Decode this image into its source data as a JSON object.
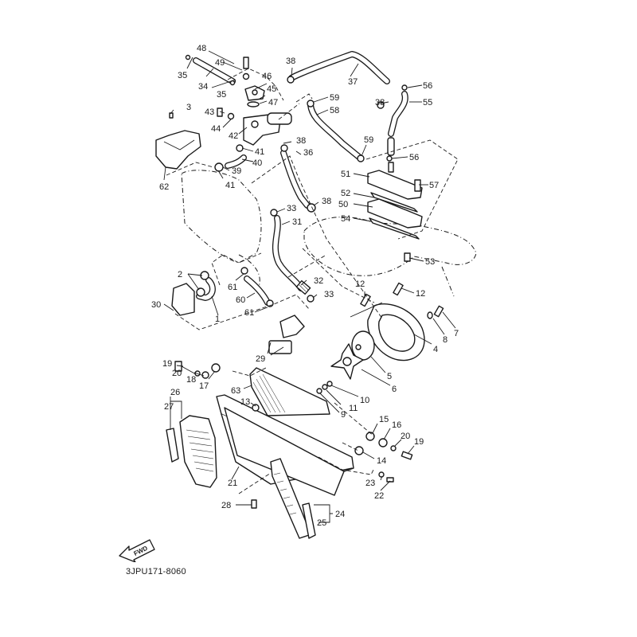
{
  "diagram": {
    "title": "Radiator / Cooling System Exploded View",
    "catalog_code": "3JPU171-8060",
    "direction_badge": "FWD",
    "ink_color": "#1a1a1a",
    "background_color": "#ffffff",
    "callouts": [
      {
        "id": "c1",
        "label": "1"
      },
      {
        "id": "c2",
        "label": "2"
      },
      {
        "id": "c3",
        "label": "3"
      },
      {
        "id": "c4",
        "label": "4"
      },
      {
        "id": "c5",
        "label": "5"
      },
      {
        "id": "c6",
        "label": "6"
      },
      {
        "id": "c7",
        "label": "7"
      },
      {
        "id": "c8",
        "label": "8"
      },
      {
        "id": "c9",
        "label": "9"
      },
      {
        "id": "c10",
        "label": "10"
      },
      {
        "id": "c11",
        "label": "11"
      },
      {
        "id": "c12a",
        "label": "12"
      },
      {
        "id": "c12b",
        "label": "12"
      },
      {
        "id": "c13",
        "label": "13"
      },
      {
        "id": "c14",
        "label": "14"
      },
      {
        "id": "c15",
        "label": "15"
      },
      {
        "id": "c16",
        "label": "16"
      },
      {
        "id": "c17",
        "label": "17"
      },
      {
        "id": "c18",
        "label": "18"
      },
      {
        "id": "c19a",
        "label": "19"
      },
      {
        "id": "c19b",
        "label": "19"
      },
      {
        "id": "c20a",
        "label": "20"
      },
      {
        "id": "c20b",
        "label": "20"
      },
      {
        "id": "c21",
        "label": "21"
      },
      {
        "id": "c22",
        "label": "22"
      },
      {
        "id": "c23",
        "label": "23"
      },
      {
        "id": "c24",
        "label": "24"
      },
      {
        "id": "c25",
        "label": "25"
      },
      {
        "id": "c26",
        "label": "26"
      },
      {
        "id": "c27",
        "label": "27"
      },
      {
        "id": "c28",
        "label": "28"
      },
      {
        "id": "c29",
        "label": "29"
      },
      {
        "id": "c30",
        "label": "30"
      },
      {
        "id": "c31",
        "label": "31"
      },
      {
        "id": "c32",
        "label": "32"
      },
      {
        "id": "c33a",
        "label": "33"
      },
      {
        "id": "c33b",
        "label": "33"
      },
      {
        "id": "c34",
        "label": "34"
      },
      {
        "id": "c35a",
        "label": "35"
      },
      {
        "id": "c35b",
        "label": "35"
      },
      {
        "id": "c36",
        "label": "36"
      },
      {
        "id": "c37",
        "label": "37"
      },
      {
        "id": "c38a",
        "label": "38"
      },
      {
        "id": "c38b",
        "label": "38"
      },
      {
        "id": "c38c",
        "label": "38"
      },
      {
        "id": "c38d",
        "label": "38"
      },
      {
        "id": "c39",
        "label": "39"
      },
      {
        "id": "c40",
        "label": "40"
      },
      {
        "id": "c41a",
        "label": "41"
      },
      {
        "id": "c41b",
        "label": "41"
      },
      {
        "id": "c42",
        "label": "42"
      },
      {
        "id": "c43",
        "label": "43"
      },
      {
        "id": "c44",
        "label": "44"
      },
      {
        "id": "c45",
        "label": "45"
      },
      {
        "id": "c46",
        "label": "46"
      },
      {
        "id": "c47",
        "label": "47"
      },
      {
        "id": "c48",
        "label": "48"
      },
      {
        "id": "c49",
        "label": "49"
      },
      {
        "id": "c50",
        "label": "50"
      },
      {
        "id": "c51",
        "label": "51"
      },
      {
        "id": "c52",
        "label": "52"
      },
      {
        "id": "c53",
        "label": "53"
      },
      {
        "id": "c54",
        "label": "54"
      },
      {
        "id": "c55",
        "label": "55"
      },
      {
        "id": "c56a",
        "label": "56"
      },
      {
        "id": "c56b",
        "label": "56"
      },
      {
        "id": "c57",
        "label": "57"
      },
      {
        "id": "c58",
        "label": "58"
      },
      {
        "id": "c59a",
        "label": "59"
      },
      {
        "id": "c59b",
        "label": "59"
      },
      {
        "id": "c60",
        "label": "60"
      },
      {
        "id": "c61a",
        "label": "61"
      },
      {
        "id": "c61b",
        "label": "61"
      },
      {
        "id": "c62",
        "label": "62"
      },
      {
        "id": "c63",
        "label": "63"
      }
    ]
  }
}
